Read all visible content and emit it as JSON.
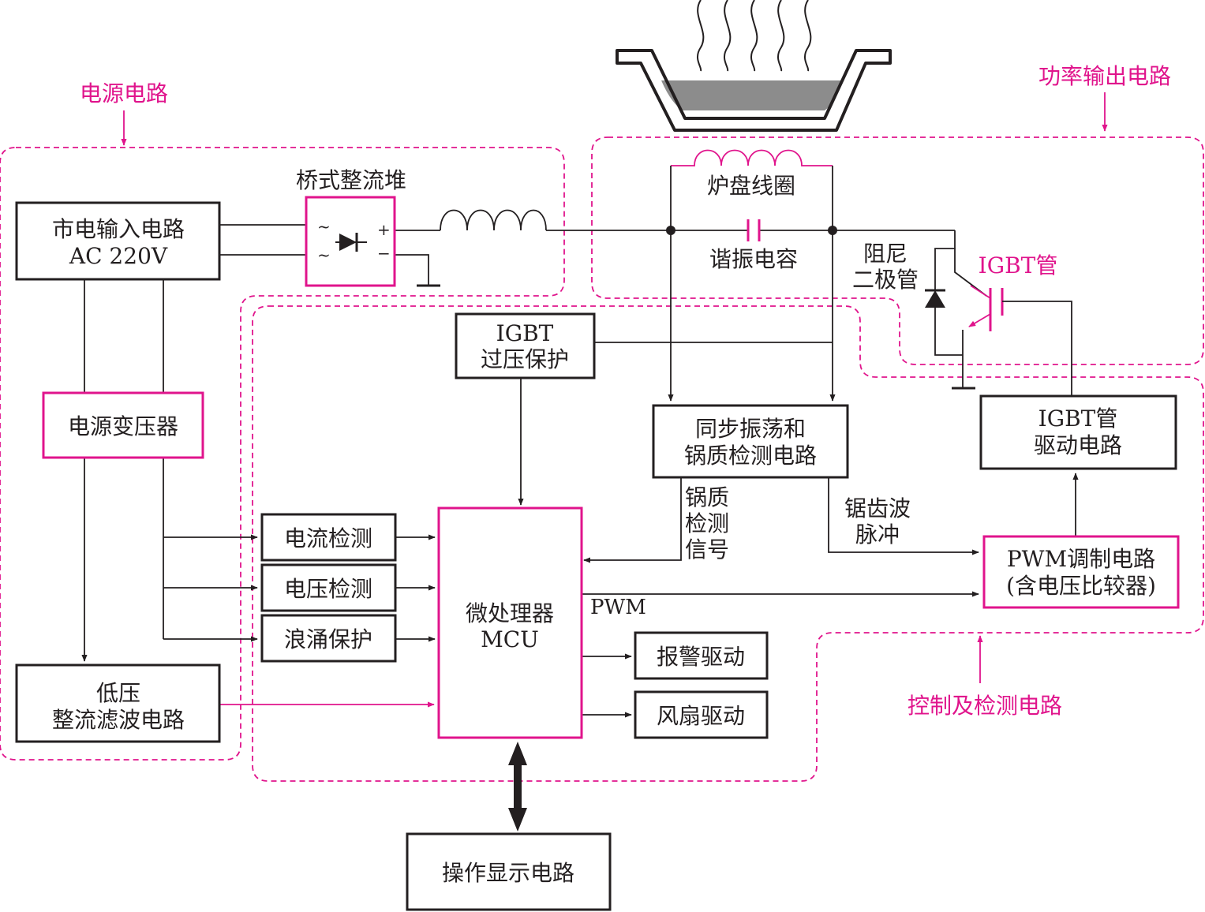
{
  "zones": {
    "power_supply": "电源电路",
    "power_output": "功率输出电路",
    "control_detection": "控制及检测电路"
  },
  "blocks": {
    "mains_input_line1": "市电输入电路",
    "mains_input_line2": "AC 220V",
    "bridge_rectifier": "桥式整流堆",
    "power_transformer": "电源变压器",
    "low_voltage_line1": "低压",
    "low_voltage_line2": "整流滤波电路",
    "igbt_protect_line1": "IGBT",
    "igbt_protect_line2": "过压保护",
    "sync_line1": "同步振荡和",
    "sync_line2": "锅质检测电路",
    "igbt_driver_line1": "IGBT管",
    "igbt_driver_line2": "驱动电路",
    "current_detect": "电流检测",
    "voltage_detect": "电压检测",
    "surge_protect": "浪涌保护",
    "mcu_line1": "微处理器",
    "mcu_line2": "MCU",
    "pwm_line1": "PWM调制电路",
    "pwm_line2": "(含电压比较器)",
    "alarm_drive": "报警驱动",
    "fan_drive": "风扇驱动",
    "display_circuit": "操作显示电路"
  },
  "labels": {
    "coil": "炉盘线圈",
    "resonant_cap": "谐振电容",
    "damper_diode_line1": "阻尼",
    "damper_diode_line2": "二极管",
    "igbt_tube": "IGBT管",
    "pot_signal_line1": "锅质",
    "pot_signal_line2": "检测",
    "pot_signal_line3": "信号",
    "sawtooth_line1": "锯齿波",
    "sawtooth_line2": "脉冲",
    "pwm_signal": "PWM",
    "ac_symbol": "~",
    "plus": "+",
    "minus": "−"
  },
  "colors": {
    "accent": "#e0148c",
    "line": "#231f20",
    "pot_liquid": "#8c8c8c"
  }
}
